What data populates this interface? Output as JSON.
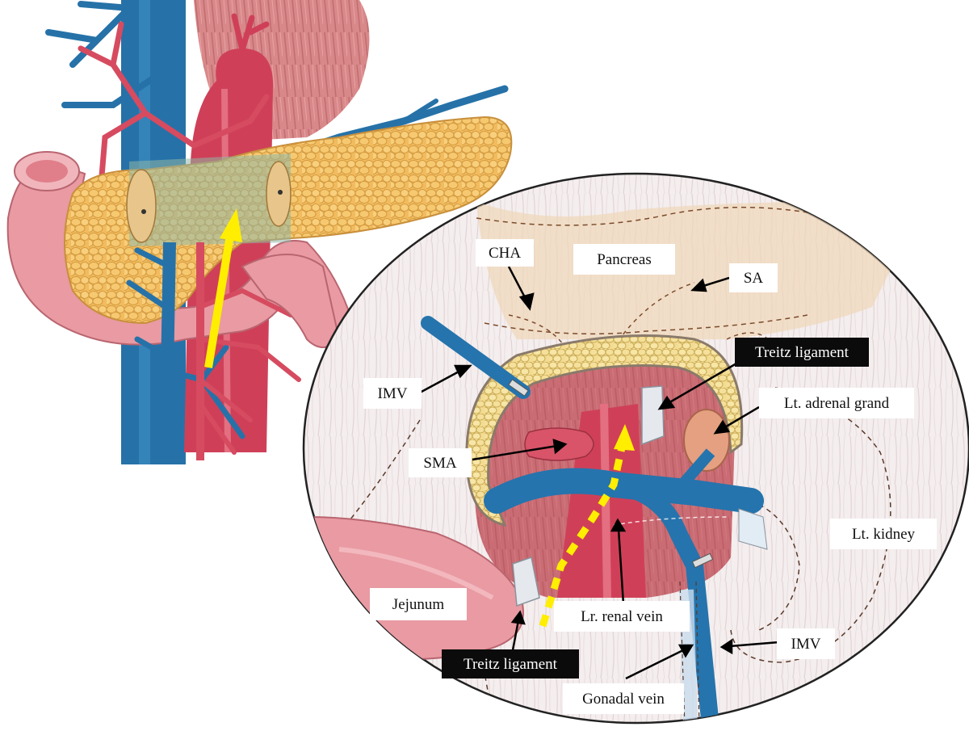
{
  "labels": {
    "cha": "CHA",
    "pancreas": "Pancreas",
    "sa": "SA",
    "treitz_top": "Treitz ligament",
    "imv_left": "IMV",
    "lt_adrenal": "Lt. adrenal grand",
    "sma": "SMA",
    "lt_kidney": "Lt. kidney",
    "jejunum": "Jejunum",
    "lr_renal_vein": "Lr. renal vein",
    "imv_right": "IMV",
    "treitz_bottom": "Treitz ligament",
    "gonadal_vein": "Gonadal vein"
  },
  "colors": {
    "vein": "#1f6fa8",
    "artery": "#d1435a",
    "pancreas": "#f0b85a",
    "intestine": "#e99aa2",
    "direction_arrow": "#ffee00",
    "outline": "#000000"
  }
}
